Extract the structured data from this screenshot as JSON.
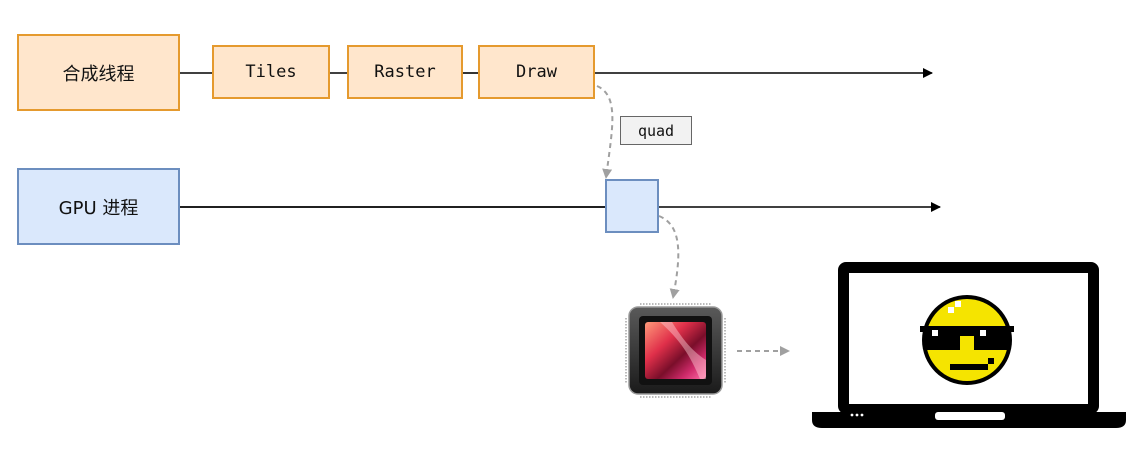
{
  "compositor": {
    "label": "合成线程",
    "steps": [
      "Tiles",
      "Raster",
      "Draw"
    ]
  },
  "gpu": {
    "label": "GPU 进程"
  },
  "edge_label": "quad",
  "icons": [
    "gpu-chip-icon",
    "laptop-icon",
    "sunglasses-smiley-icon"
  ],
  "colors": {
    "orange_fill": "#ffe6cc",
    "orange_stroke": "#e59a2e",
    "blue_fill": "#dae8fc",
    "blue_stroke": "#6c8ebf",
    "dashed_arrow": "#a0a0a0",
    "smiley_yellow": "#f5e400"
  }
}
